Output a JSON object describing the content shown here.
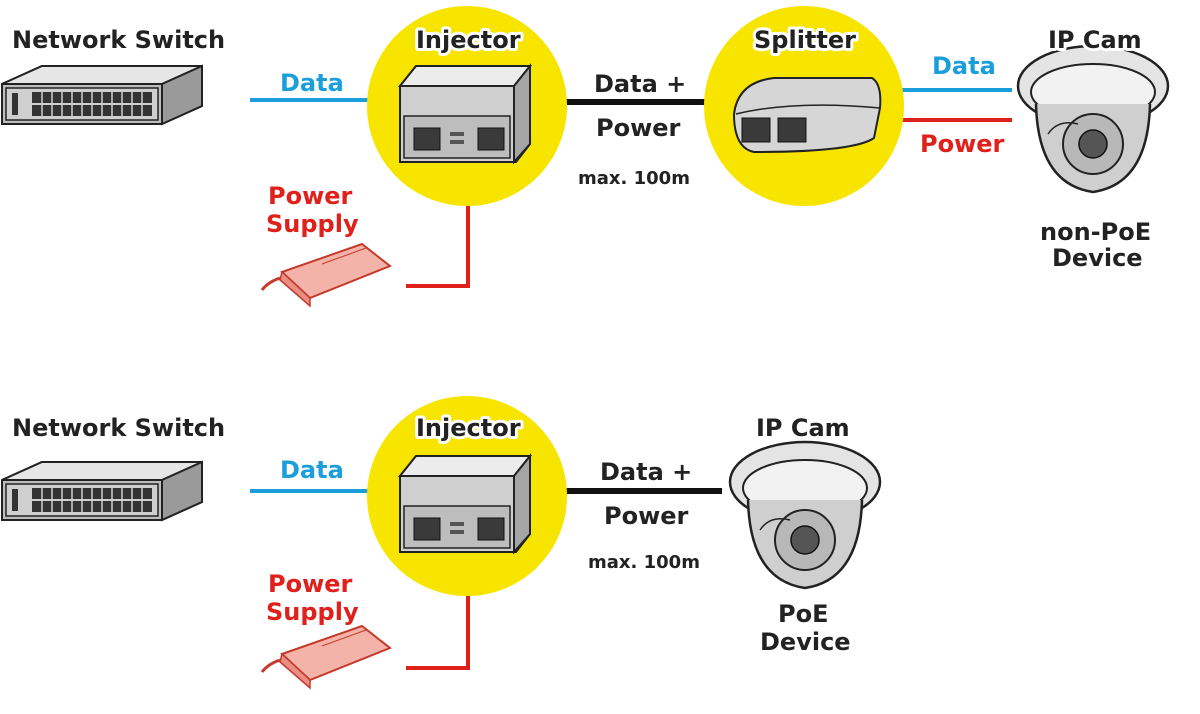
{
  "colors": {
    "data_line": "#1a9fdb",
    "power_line": "#e0201b",
    "combined_line": "#111111",
    "highlight_circle": "#f7e500",
    "power_supply": "#f3b3a8"
  },
  "top": {
    "switch_label": "Network Switch",
    "data_label": "Data",
    "injector_label": "Injector",
    "combined_label_1": "Data +",
    "combined_label_2": "Power",
    "distance_label": "max. 100m",
    "splitter_label": "Splitter",
    "cam_data_label": "Data",
    "cam_power_label": "Power",
    "cam_label": "IP Cam",
    "device_label_1": "non-PoE",
    "device_label_2": "Device",
    "supply_label_1": "Power",
    "supply_label_2": "Supply"
  },
  "bottom": {
    "switch_label": "Network Switch",
    "data_label": "Data",
    "injector_label": "Injector",
    "combined_label_1": "Data +",
    "combined_label_2": "Power",
    "distance_label": "max. 100m",
    "cam_label": "IP Cam",
    "device_label_1": "PoE",
    "device_label_2": "Device",
    "supply_label_1": "Power",
    "supply_label_2": "Supply"
  },
  "icons": {
    "switch": "network-switch-icon",
    "injector": "poe-injector-icon",
    "splitter": "poe-splitter-icon",
    "camera": "dome-camera-icon",
    "power_supply": "power-adapter-icon"
  }
}
